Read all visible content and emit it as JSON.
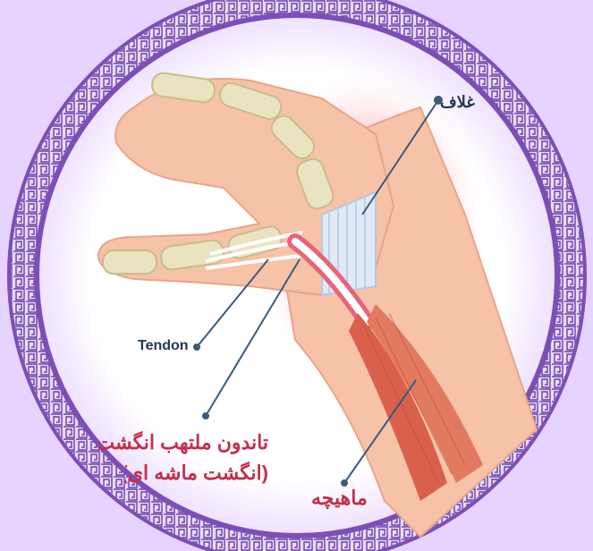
{
  "labels": {
    "tendon": "Tendon",
    "inflamed_tendon_line1": "تاندون ملتهب انگشت شصت",
    "inflamed_tendon_line2": "(انگشت ماشه ای)",
    "muscle": "ماهیچه",
    "sheath": "غلاف"
  },
  "colors": {
    "background": "#e6d3ff",
    "frame": "#6a3fa0",
    "inflammation": "#e8506a",
    "skin": "#f6c2a8",
    "bone": "#e9e3c2",
    "muscle": "#d9604a",
    "pointer_line": "#3d5a7a",
    "label_red": "#c0304a",
    "label_dark": "#203850"
  },
  "icons": [
    "ornamental-frame",
    "hand-illustration"
  ]
}
